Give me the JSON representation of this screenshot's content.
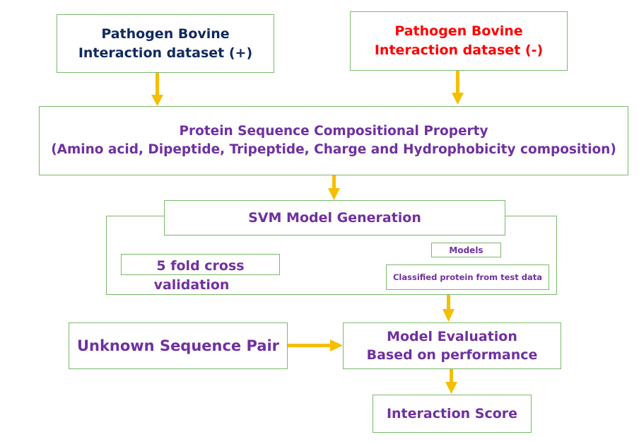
{
  "colors": {
    "border": "#7bb96b",
    "arrow": "#f6be00",
    "navy_text": "#102a5e",
    "red_text": "#ff0000",
    "purple_text": "#7030a0"
  },
  "dataset_positive": {
    "line1": "Pathogen Bovine",
    "line2": "Interaction dataset (+)"
  },
  "dataset_negative": {
    "line1": "Pathogen Bovine",
    "line2": "Interaction dataset (-)"
  },
  "compositional": {
    "line1": "Protein Sequence Compositional Property",
    "line2": "(Amino acid, Dipeptide, Tripeptide, Charge and Hydrophobicity composition)"
  },
  "svm": {
    "title": "SVM Model Generation",
    "cross_validation": {
      "line1": "5 fold cross",
      "line2": "validation"
    },
    "models": "Models",
    "classified": "Classified protein from test data"
  },
  "unknown_pair": "Unknown Sequence Pair",
  "evaluation": {
    "line1": "Model Evaluation",
    "line2": "Based on performance"
  },
  "interaction_score": "Interaction Score"
}
